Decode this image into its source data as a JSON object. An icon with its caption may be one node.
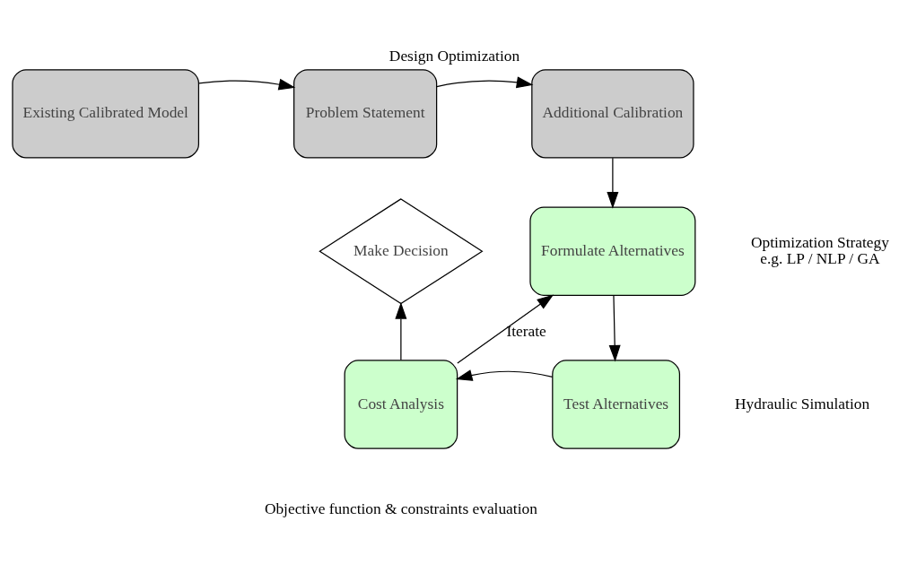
{
  "diagram": {
    "title": "Design Optimization",
    "nodes": [
      {
        "text": [
          "Existing Calibrated Model"
        ]
      },
      {
        "text": [
          "Problem Statement"
        ]
      },
      {
        "text": [
          "Additional Calibration"
        ]
      },
      {
        "text": [
          "Formulate Alternatives"
        ],
        "beside": [
          "Optimization Strategy",
          "e.g. LP / NLP / GA"
        ]
      },
      {
        "text": [
          "Make Decision"
        ]
      },
      {
        "text": [
          "Test Alternatives"
        ],
        "beside": [
          "Hydraulic Simulation"
        ]
      },
      {
        "text": [
          "Cost Analysis"
        ],
        "beside": [
          "Objective function & constraints evaluation"
        ]
      }
    ],
    "edges": [
      {
        "from": 0,
        "to": 1,
        "arrow": "to"
      },
      {
        "from": 1,
        "to": 2,
        "arrow": "to"
      },
      {
        "from": 2,
        "to": 3,
        "arrow": "to"
      },
      {
        "from": 3,
        "to": 5,
        "arrow": "to"
      },
      {
        "from": 5,
        "to": 6,
        "arrow": "to"
      },
      {
        "from": 6,
        "to": 3,
        "label": "Iterate",
        "arrow": "to"
      },
      {
        "from": 6,
        "to": 4,
        "arrow": "to"
      }
    ]
  }
}
